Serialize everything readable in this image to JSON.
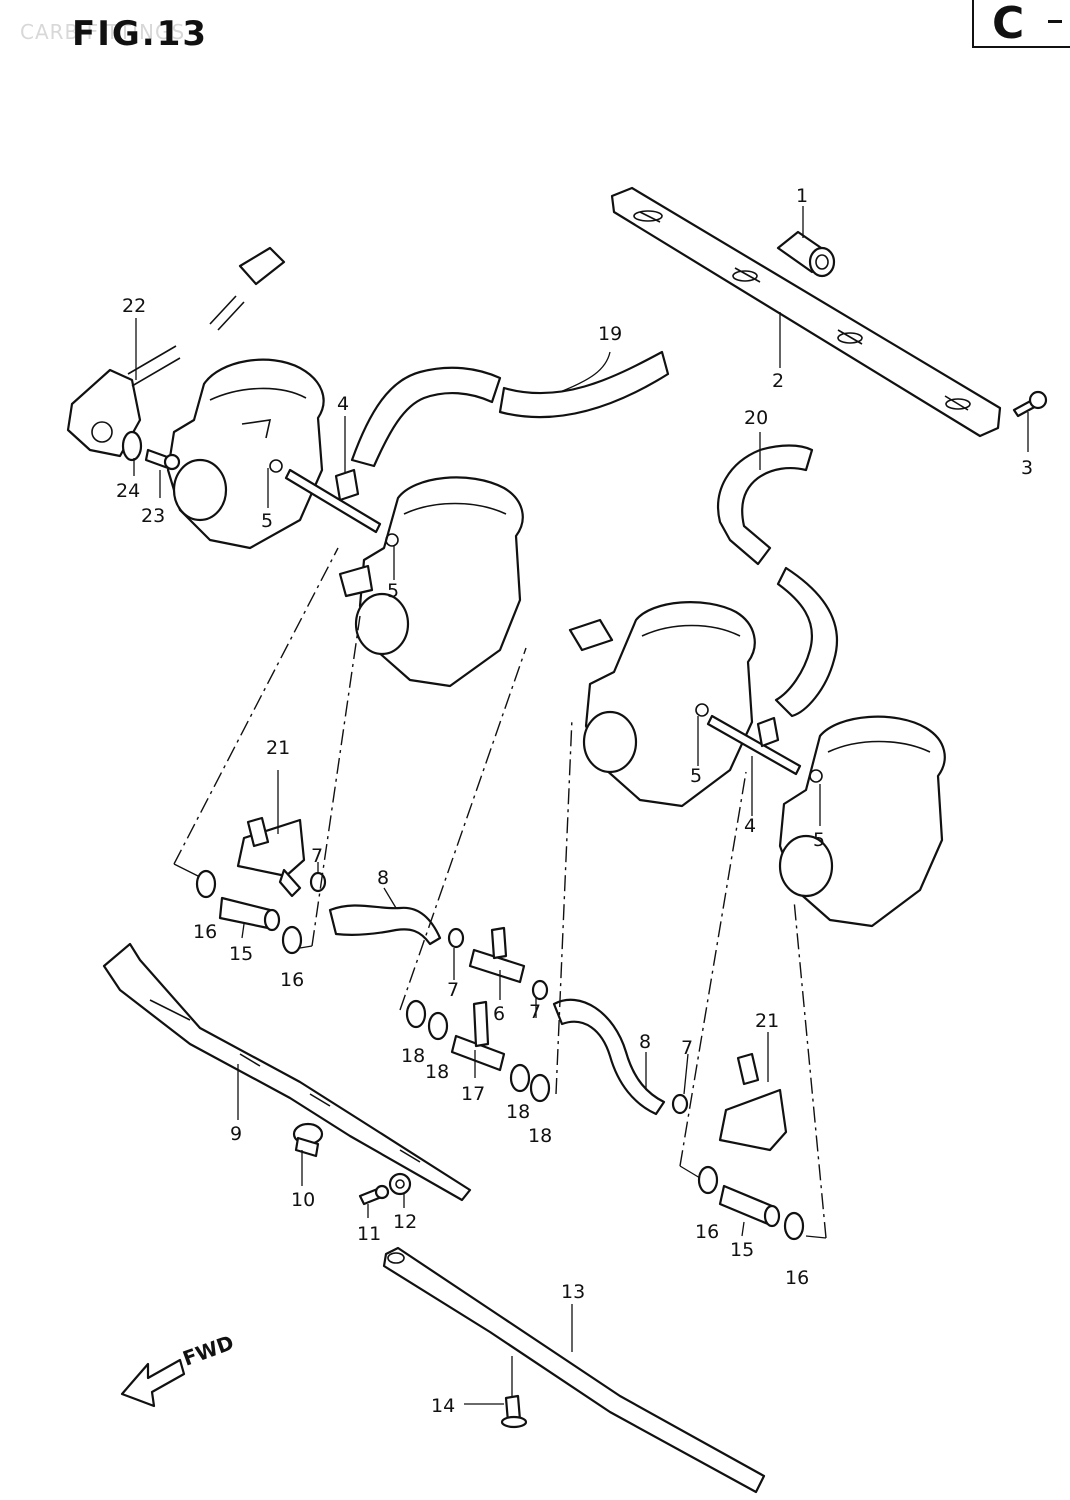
{
  "header": {
    "figure_title": "FIG.13",
    "faded_title": "CARB         FITTINGS",
    "page_code": "C"
  },
  "direction_label": "FWD",
  "callouts": [
    {
      "id": "c1",
      "text": "1"
    },
    {
      "id": "c2",
      "text": "2"
    },
    {
      "id": "c3",
      "text": "3"
    },
    {
      "id": "c4a",
      "text": "4"
    },
    {
      "id": "c4b",
      "text": "4"
    },
    {
      "id": "c5a",
      "text": "5"
    },
    {
      "id": "c5b",
      "text": "5"
    },
    {
      "id": "c5c",
      "text": "5"
    },
    {
      "id": "c5d",
      "text": "5"
    },
    {
      "id": "c6",
      "text": "6"
    },
    {
      "id": "c7a",
      "text": "7"
    },
    {
      "id": "c7b",
      "text": "7"
    },
    {
      "id": "c7c",
      "text": "7"
    },
    {
      "id": "c7d",
      "text": "7"
    },
    {
      "id": "c8a",
      "text": "8"
    },
    {
      "id": "c8b",
      "text": "8"
    },
    {
      "id": "c9",
      "text": "9"
    },
    {
      "id": "c10",
      "text": "10"
    },
    {
      "id": "c11",
      "text": "11"
    },
    {
      "id": "c12",
      "text": "12"
    },
    {
      "id": "c13",
      "text": "13"
    },
    {
      "id": "c14",
      "text": "14"
    },
    {
      "id": "c15a",
      "text": "15"
    },
    {
      "id": "c15b",
      "text": "15"
    },
    {
      "id": "c16a",
      "text": "16"
    },
    {
      "id": "c16b",
      "text": "16"
    },
    {
      "id": "c16c",
      "text": "16"
    },
    {
      "id": "c16d",
      "text": "16"
    },
    {
      "id": "c17",
      "text": "17"
    },
    {
      "id": "c18a",
      "text": "18"
    },
    {
      "id": "c18b",
      "text": "18"
    },
    {
      "id": "c18c",
      "text": "18"
    },
    {
      "id": "c18d",
      "text": "18"
    },
    {
      "id": "c19",
      "text": "19"
    },
    {
      "id": "c20",
      "text": "20"
    },
    {
      "id": "c21a",
      "text": "21"
    },
    {
      "id": "c21b",
      "text": "21"
    },
    {
      "id": "c22",
      "text": "22"
    },
    {
      "id": "c23",
      "text": "23"
    },
    {
      "id": "c24",
      "text": "24"
    }
  ]
}
